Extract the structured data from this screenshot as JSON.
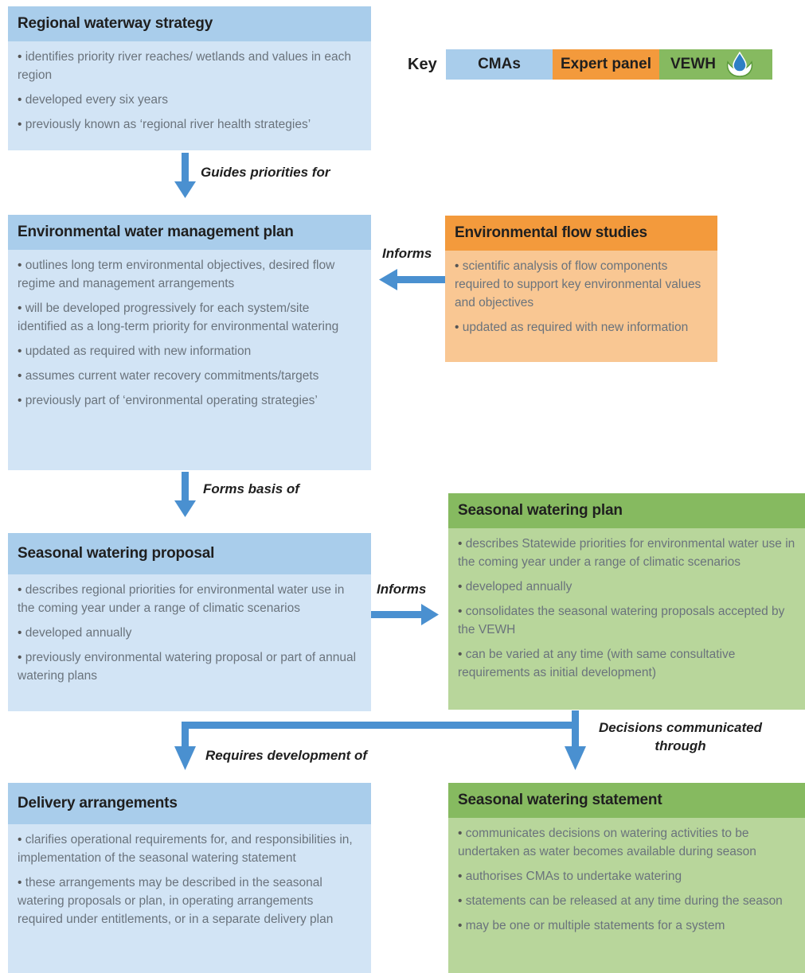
{
  "key": {
    "title": "Key",
    "items": [
      {
        "label": "CMAs",
        "color": "#a9cdeb"
      },
      {
        "label": "Expert panel",
        "color": "#f39a3c"
      },
      {
        "label": "VEWH",
        "color": "#86ba60"
      }
    ],
    "logo_icon": "water-drop-leaf-icon"
  },
  "boxes": {
    "regional_strategy": {
      "title": "Regional waterway strategy",
      "bullets": [
        "identifies priority river reaches/ wetlands and values in each region",
        "developed every six years",
        "previously known as ‘regional river health strategies’"
      ]
    },
    "ewmp": {
      "title": "Environmental water management plan",
      "bullets": [
        "outlines long term environmental objectives, desired flow regime and management arrangements",
        "will be developed progressively for each system/site identified as a long-term priority for environmental watering",
        "updated as required with new information",
        "assumes current water recovery commitments/targets",
        "previously part of ‘environmental operating strategies’"
      ]
    },
    "flow_studies": {
      "title": "Environmental flow studies",
      "bullets": [
        "scientific analysis of flow components required to support key environmental values and objectives",
        "updated as required with new information"
      ]
    },
    "proposal": {
      "title": "Seasonal watering proposal",
      "bullets": [
        "describes regional priorities for environmental water use in the coming year under a range of climatic scenarios",
        "developed annually",
        "previously environmental watering proposal or part of annual watering plans"
      ]
    },
    "plan": {
      "title": "Seasonal watering plan",
      "bullets": [
        "describes Statewide priorities for environmental water use in the coming year under a range of climatic scenarios",
        "developed annually",
        "consolidates the seasonal watering proposals accepted by the VEWH",
        "can be varied at any time (with same consultative requirements as initial development)"
      ]
    },
    "delivery": {
      "title": "Delivery arrangements",
      "bullets": [
        "clarifies operational requirements for, and responsibilities in, implementation of the seasonal watering statement",
        "these arrangements may be described in the seasonal watering proposals or plan, in operating arrangements required under entitlements, or in a separate delivery plan"
      ]
    },
    "statement": {
      "title": "Seasonal watering statement",
      "bullets": [
        "communicates decisions on watering activities to be undertaken as water becomes available during season",
        "authorises CMAs to undertake watering",
        "statements can be released at any time during the season",
        "may be one or multiple statements for a system"
      ]
    }
  },
  "arrows": {
    "guides": "Guides priorities for",
    "informs_1": "Informs",
    "forms": "Forms basis of",
    "informs_2": "Informs",
    "requires": "Requires development of",
    "decisions_line1": "Decisions communicated",
    "decisions_line2": "through"
  },
  "colors": {
    "cma_header": "#a9cdeb",
    "cma_body": "#d2e4f5",
    "panel_header": "#f39a3c",
    "panel_body": "#f9c793",
    "vewh_header": "#86ba60",
    "vewh_body": "#b8d69b",
    "arrow": "#4a90d0"
  }
}
